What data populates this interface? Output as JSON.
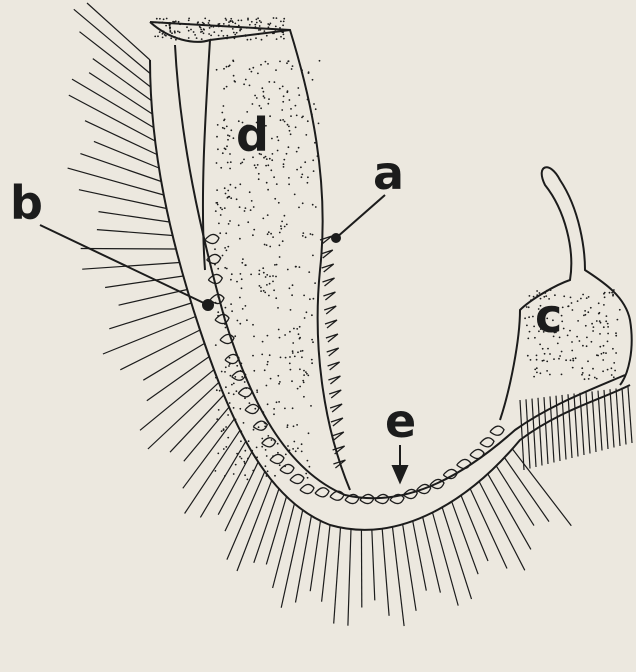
{
  "labels": {
    "a": "a",
    "b": "b",
    "c": "c",
    "d": "d",
    "e": "e"
  },
  "colors": {
    "paper": "#ece8df",
    "ink": "#1c1c1c"
  }
}
